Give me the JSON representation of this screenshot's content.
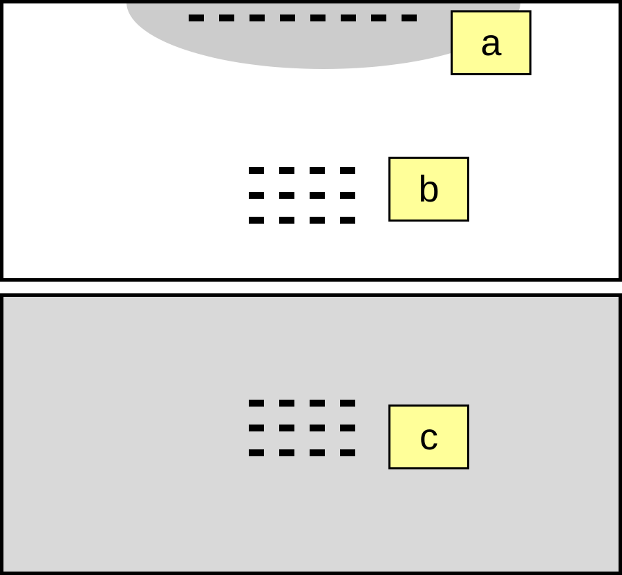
{
  "colors": {
    "label_fill": "#ffff99",
    "shade": "#d9d9d9",
    "blob": "#cccccc",
    "border": "#000000"
  },
  "panels": {
    "top": {
      "label_a": "a",
      "label_b": "b"
    },
    "bottom": {
      "label_c": "c"
    }
  }
}
